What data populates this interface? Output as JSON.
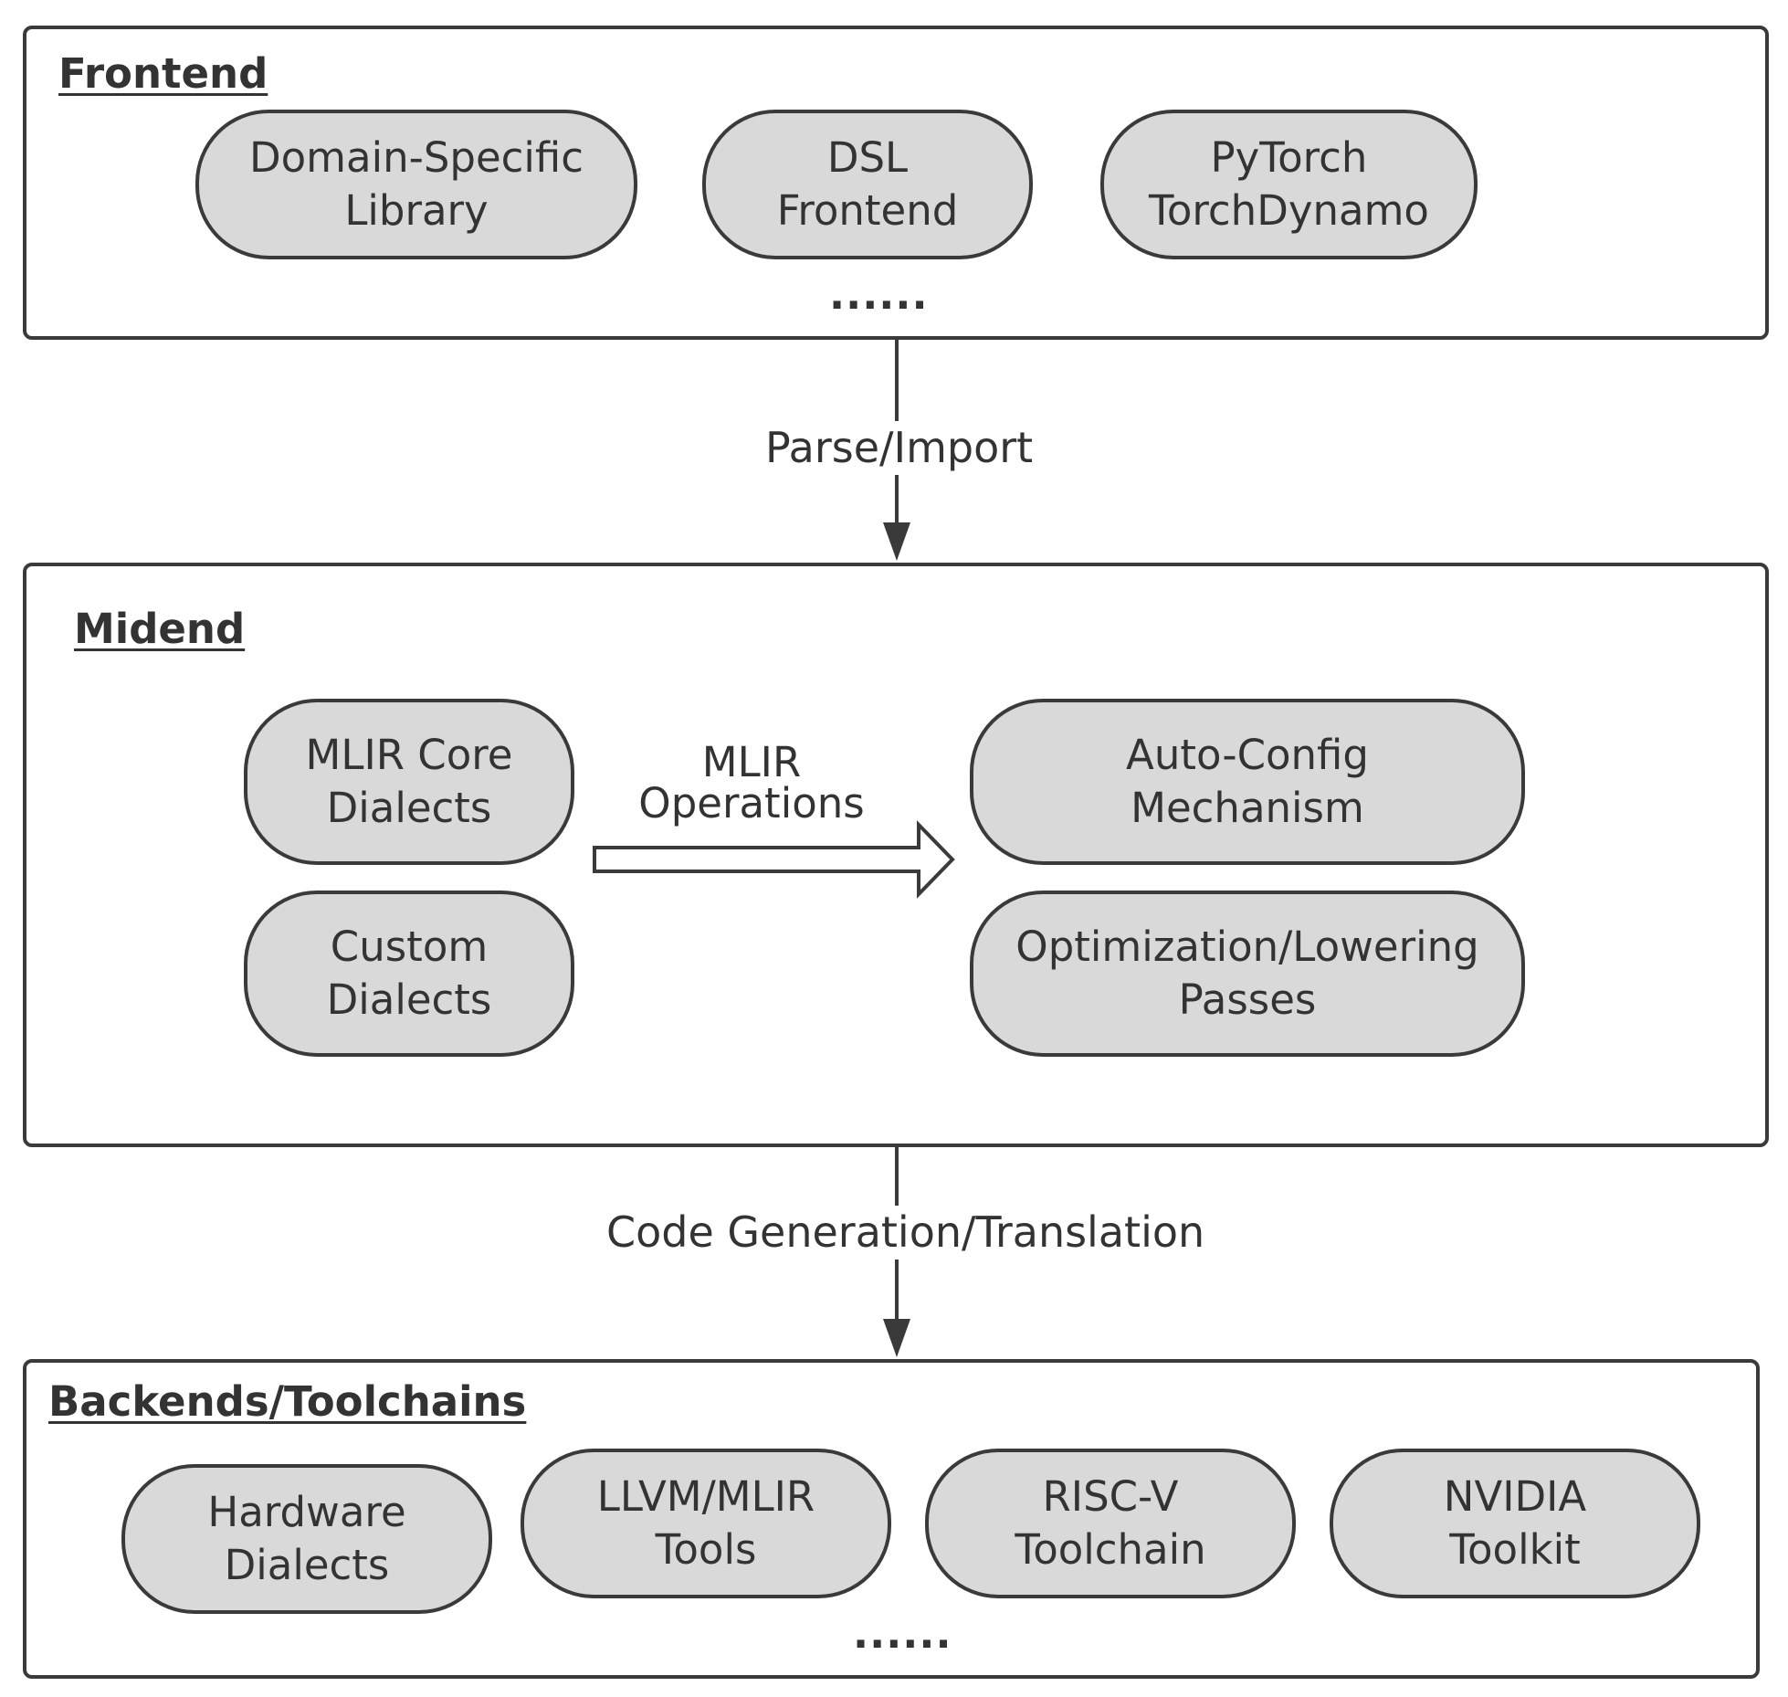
{
  "frontend": {
    "title": "Frontend",
    "items": [
      {
        "line1": "Domain-Specific",
        "line2": "Library"
      },
      {
        "line1": "DSL",
        "line2": "Frontend"
      },
      {
        "line1": "PyTorch",
        "line2": "TorchDynamo"
      }
    ],
    "ellipsis": "......"
  },
  "connectors": {
    "top_label": "Parse/Import",
    "bottom_label": "Code Generation/Translation"
  },
  "midend": {
    "title": "Midend",
    "left_items": [
      {
        "line1": "MLIR Core",
        "line2": "Dialects"
      },
      {
        "line1": "Custom",
        "line2": "Dialects"
      }
    ],
    "arrow_label": {
      "line1": "MLIR",
      "line2": "Operations"
    },
    "right_items": [
      {
        "line1": "Auto-Config",
        "line2": "Mechanism"
      },
      {
        "line1": "Optimization/Lowering",
        "line2": "Passes"
      }
    ]
  },
  "backends": {
    "title": "Backends/Toolchains",
    "items": [
      {
        "line1": "Hardware",
        "line2": "Dialects"
      },
      {
        "line1": "LLVM/MLIR",
        "line2": "Tools"
      },
      {
        "line1": "RISC-V",
        "line2": "Toolchain"
      },
      {
        "line1": "NVIDIA",
        "line2": "Toolkit"
      }
    ],
    "ellipsis": "......"
  }
}
